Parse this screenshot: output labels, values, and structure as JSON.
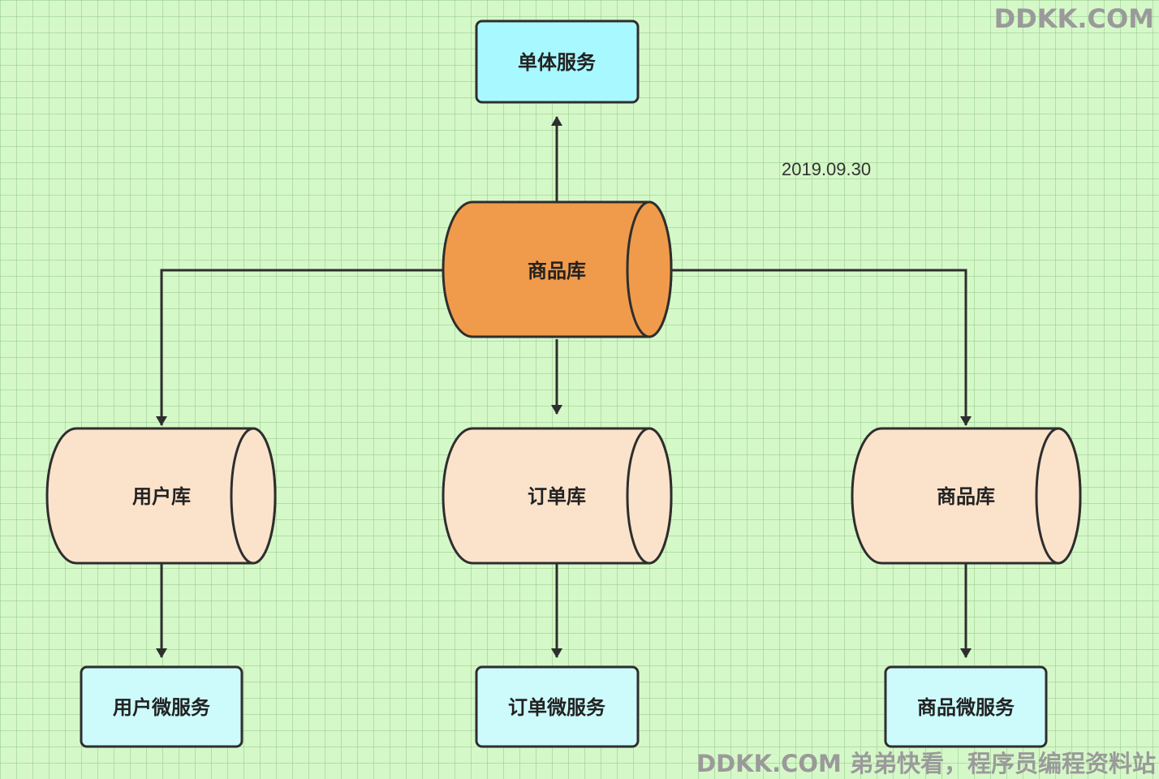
{
  "nodes": {
    "monolith_service": "单体服务",
    "central_db": "商品库",
    "user_db": "用户库",
    "order_db": "订单库",
    "product_db": "商品库",
    "user_service": "用户微服务",
    "order_service": "订单微服务",
    "product_service": "商品微服务"
  },
  "date": "2019.09.30",
  "watermark": {
    "top": "DDKK.COM",
    "bottom": "DDKK.COM 弟弟快看，程序员编程资料站"
  },
  "colors": {
    "service_box": "#a8f8ff",
    "micro_service_box": "#cdfbfc",
    "central_db": "#f09b4b",
    "db": "#fbe3cb",
    "stroke": "#2e2e2e"
  }
}
